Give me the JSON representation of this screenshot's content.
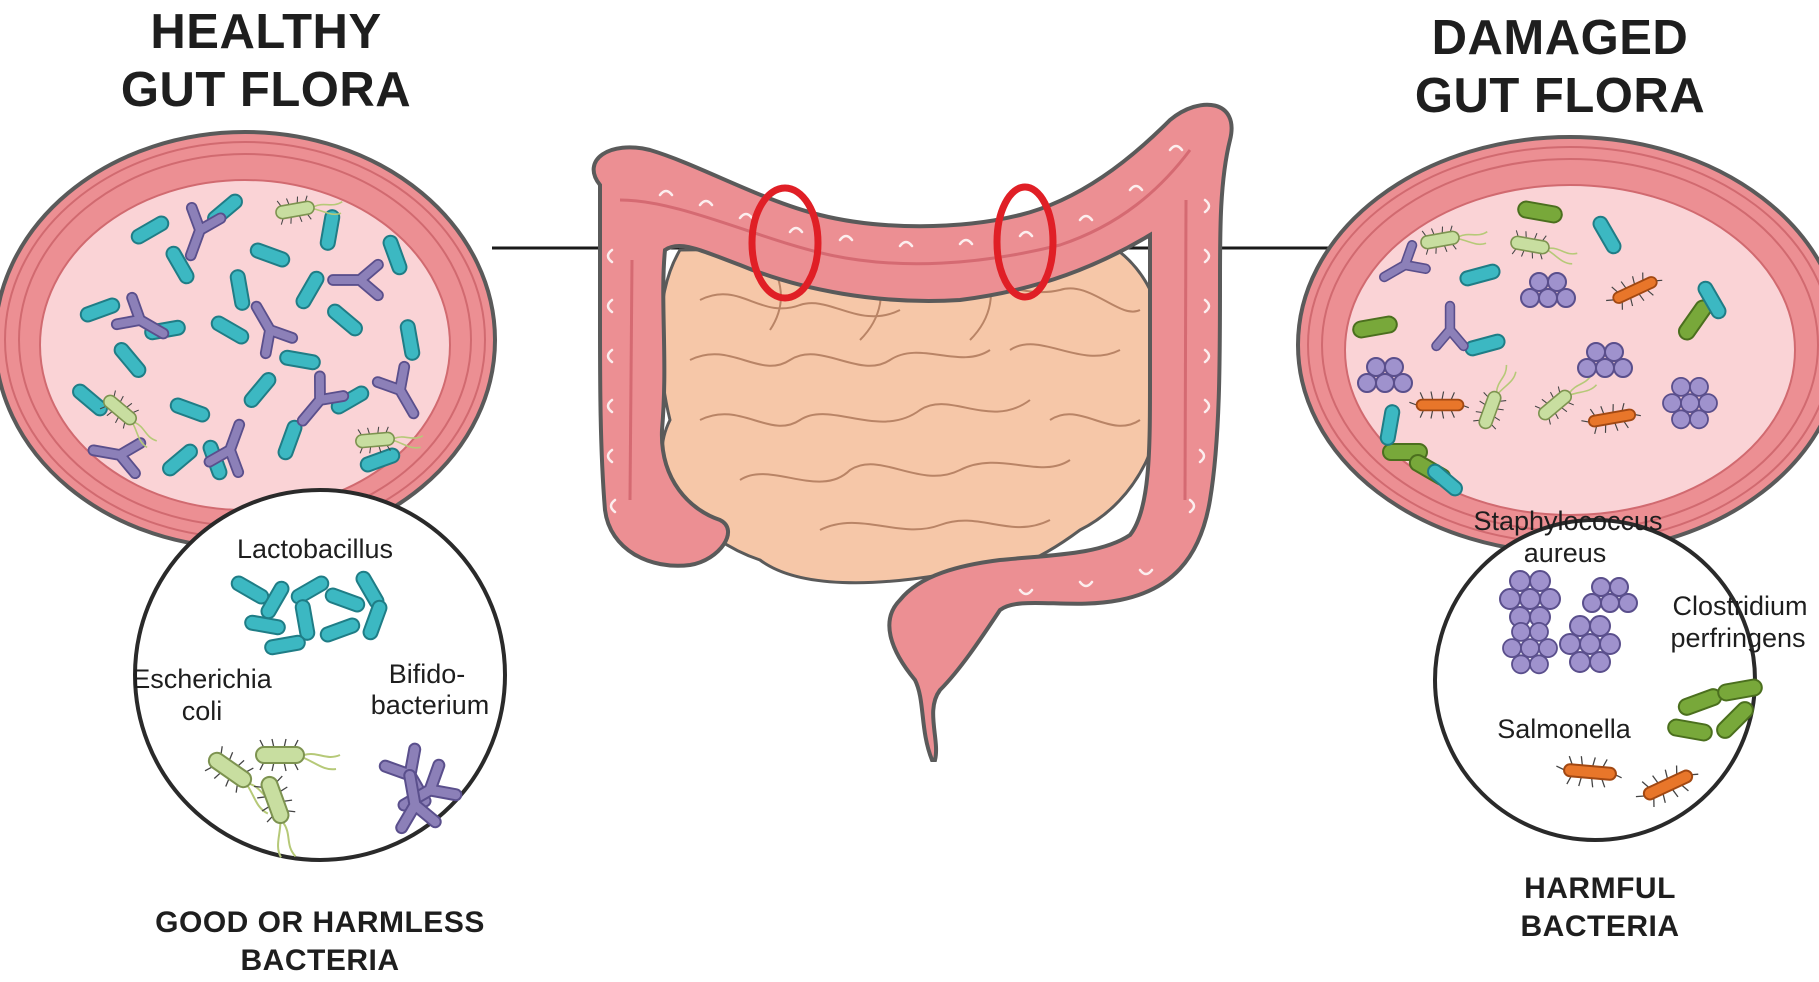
{
  "left_panel": {
    "title_line1": "HEALTHY",
    "title_line2": "GUT FLORA",
    "footer_line1": "GOOD OR HARMLESS",
    "footer_line2": "BACTERIA",
    "bacteria": {
      "lactobacillus": "Lactobacillus",
      "escherichia_line1": "Escherichia",
      "escherichia_line2": "coli",
      "bifido_line1": "Bifido-",
      "bifido_line2": "bacterium"
    }
  },
  "right_panel": {
    "title_line1": "DAMAGED",
    "title_line2": "GUT FLORA",
    "footer_line1": "HARMFUL",
    "footer_line2": "BACTERIA",
    "bacteria": {
      "staph_line1": "Staphylococcus",
      "staph_line2": "aureus",
      "clostridium_line1": "Clostridium",
      "clostridium_line2": "perfringens",
      "salmonella": "Salmonella"
    }
  },
  "colors": {
    "gut_wall": "#ec8f93",
    "gut_inner": "#fad3d6",
    "small_intestine": "#f6c7a8",
    "highlight_ring": "#e01f26",
    "lactobacillus": "#3cb8c2",
    "bifidobacterium": "#8c80b8",
    "e_coli": "#c8dea0",
    "staphylococcus": "#9f92cd",
    "clostridium": "#78a83a",
    "salmonella": "#e8762a"
  }
}
